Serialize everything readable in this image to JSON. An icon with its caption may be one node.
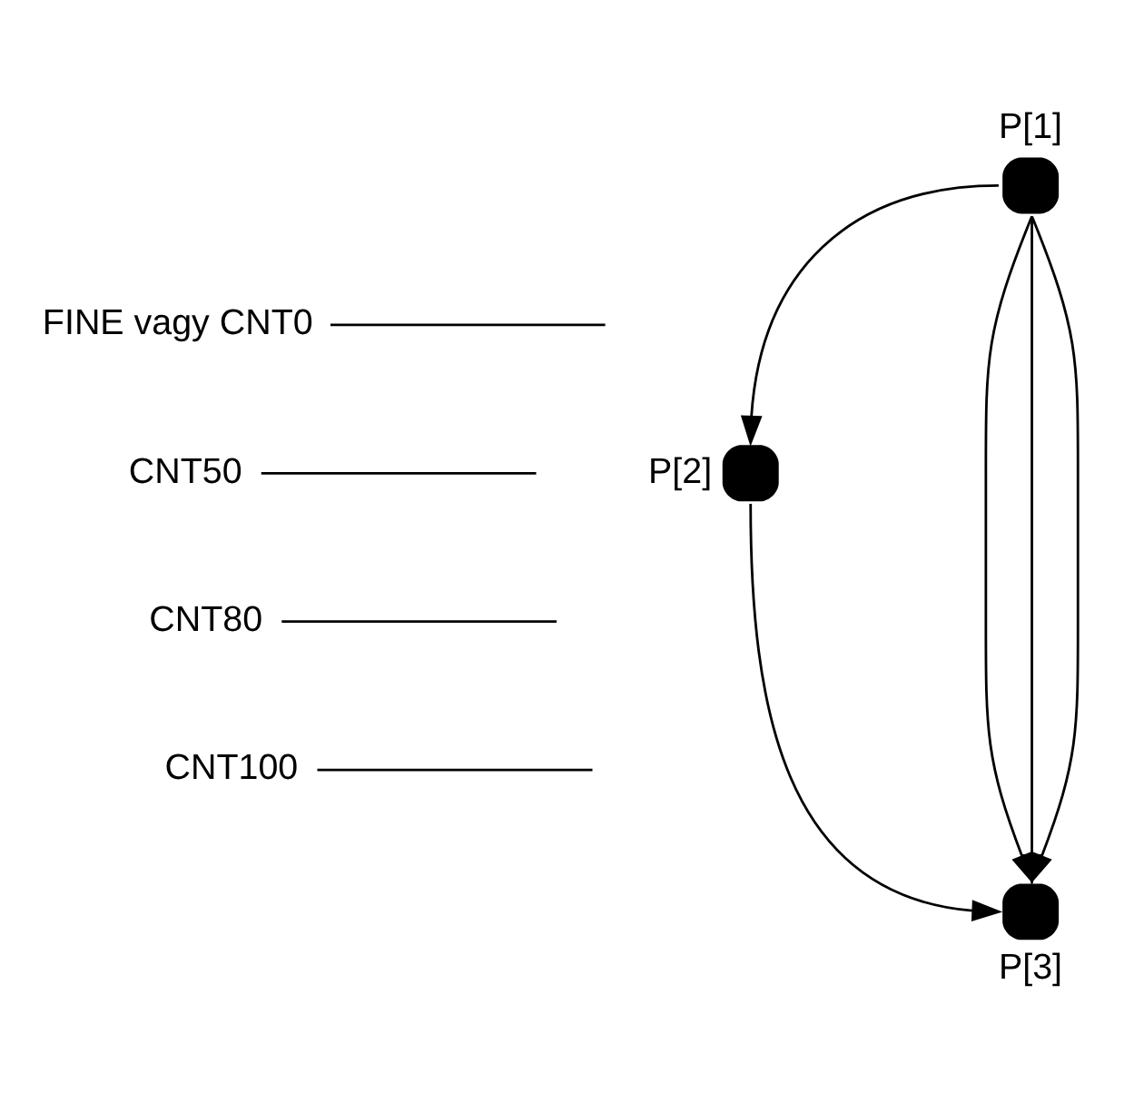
{
  "diagram": {
    "nodes": [
      {
        "text": [
          "P[1]"
        ]
      },
      {
        "text": [
          "P[2]"
        ]
      },
      {
        "text": [
          "P[3]"
        ]
      },
      {
        "text": [
          "FINE vagy CNT0"
        ]
      },
      {
        "text": [
          "CNT50"
        ]
      },
      {
        "text": [
          "CNT80"
        ]
      },
      {
        "text": [
          "CNT100"
        ]
      }
    ],
    "edges": [
      {
        "from": 0,
        "to": 1,
        "arrow": "to"
      },
      {
        "from": 1,
        "to": 2,
        "arrow": "to"
      },
      {
        "from": 0,
        "to": 2,
        "arrow": "to"
      },
      {
        "from": 0,
        "to": 2,
        "arrow": "to"
      },
      {
        "from": 0,
        "to": 2,
        "arrow": "to"
      },
      {
        "from": 3,
        "to": null,
        "arrow": "none"
      },
      {
        "from": 4,
        "to": null,
        "arrow": "none"
      },
      {
        "from": 5,
        "to": null,
        "arrow": "none"
      },
      {
        "from": 6,
        "to": null,
        "arrow": "none"
      }
    ]
  }
}
